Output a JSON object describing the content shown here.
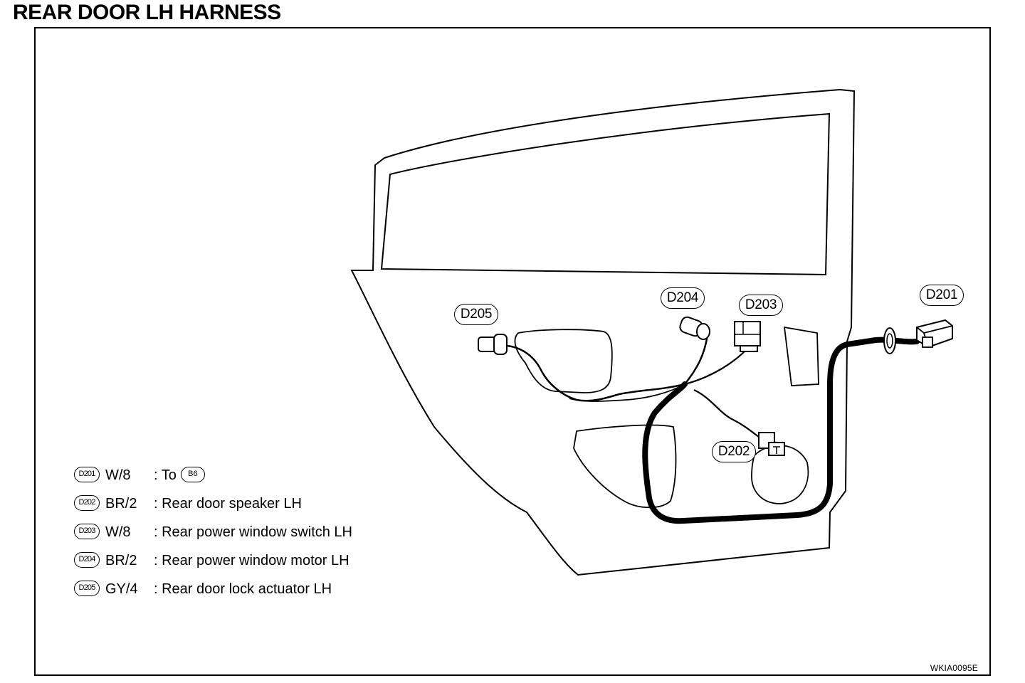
{
  "title": "REAR DOOR LH HARNESS",
  "callouts": {
    "d201": "D201",
    "d202": "D202",
    "d203": "D203",
    "d204": "D204",
    "d205": "D205"
  },
  "legend": [
    {
      "badge": "D201",
      "spec": "W/8",
      "desc": ": To",
      "ref": "B6"
    },
    {
      "badge": "D202",
      "spec": "BR/2",
      "desc": ": Rear door speaker LH"
    },
    {
      "badge": "D203",
      "spec": "W/8",
      "desc": ": Rear power window switch LH"
    },
    {
      "badge": "D204",
      "spec": "BR/2",
      "desc": ": Rear power window motor LH"
    },
    {
      "badge": "D205",
      "spec": "GY/4",
      "desc": ": Rear door lock actuator LH"
    }
  ],
  "figure_code": "WKIA0095E"
}
